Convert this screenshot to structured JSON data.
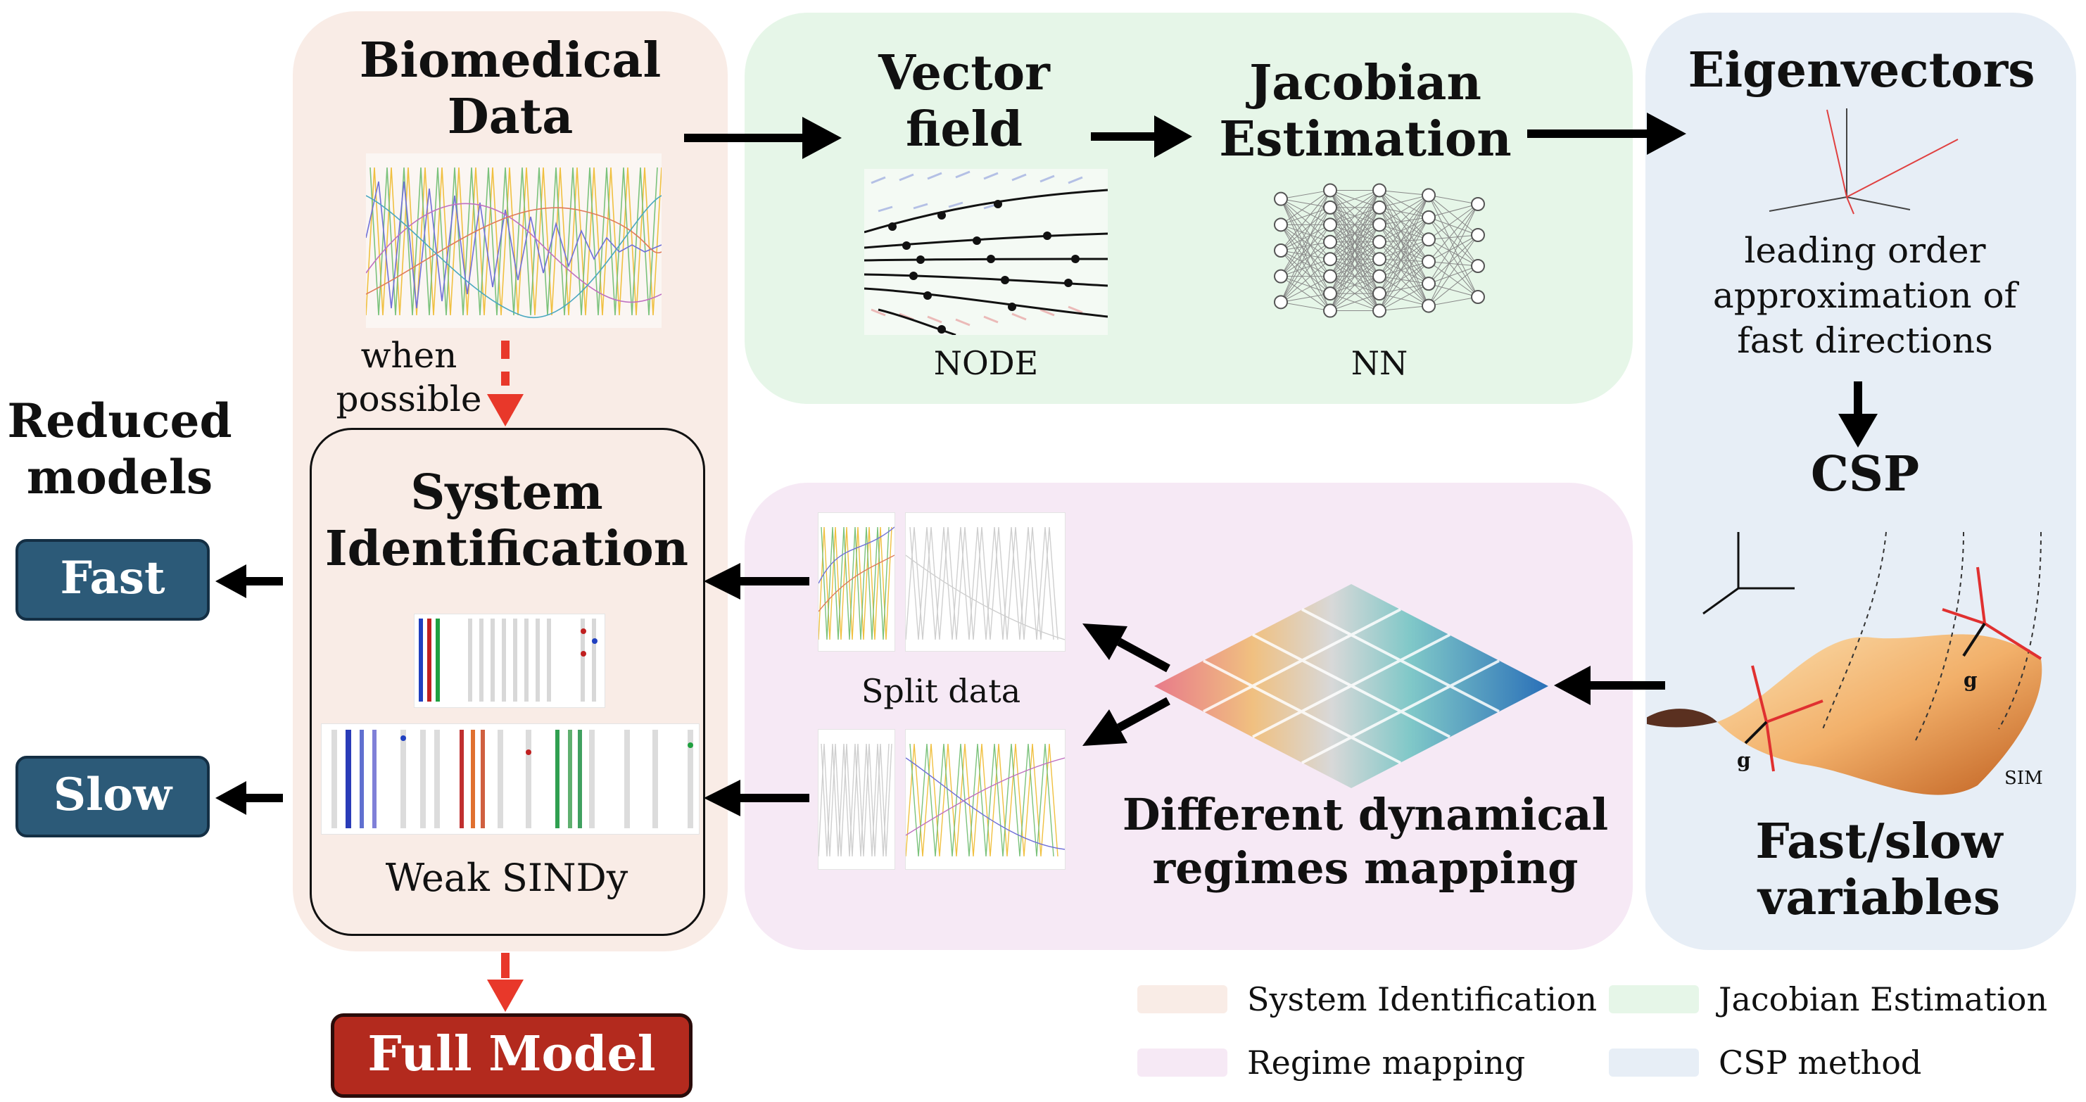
{
  "panels": {
    "system_identification": {
      "color": "#f9ece6"
    },
    "jacobian_estimation": {
      "color": "#e6f6e8"
    },
    "csp_method": {
      "color": "#e7eef6"
    },
    "regime_mapping": {
      "color": "#f6e9f5"
    }
  },
  "nodes": {
    "biomedical_data": "Biomedical Data",
    "when_possible_line1": "when",
    "when_possible_line2": "possible",
    "vector_field": "Vector field",
    "node_caption": "NODE",
    "jacobian_estimation": "Jacobian Estimation",
    "nn_caption": "NN",
    "eigenvectors": "Eigenvectors",
    "leading_order": "leading order approximation of fast directions",
    "csp": "CSP",
    "fast_slow_variables": "Fast/slow variables",
    "system_identification": "System Identification",
    "weak_sindy": "Weak SINDy",
    "split_data": "Split data",
    "different_regimes": "Different dynamical regimes mapping",
    "reduced_models": "Reduced models",
    "fast": "Fast",
    "slow": "Slow",
    "full_model": "Full Model",
    "sim_label": "SIM",
    "g_label": "g"
  },
  "legend": [
    {
      "label": "System Identification",
      "color": "#f9ece6"
    },
    {
      "label": "Jacobian Estimation",
      "color": "#e6f6e8"
    },
    {
      "label": "Regime mapping",
      "color": "#f6e9f5"
    },
    {
      "label": "CSP method",
      "color": "#e7eef6"
    }
  ],
  "colors": {
    "arrow": "#000000",
    "red_arrow": "#e8382a",
    "fast_slow_box": "#2c5a78",
    "full_model_box": "#b32a1e"
  }
}
